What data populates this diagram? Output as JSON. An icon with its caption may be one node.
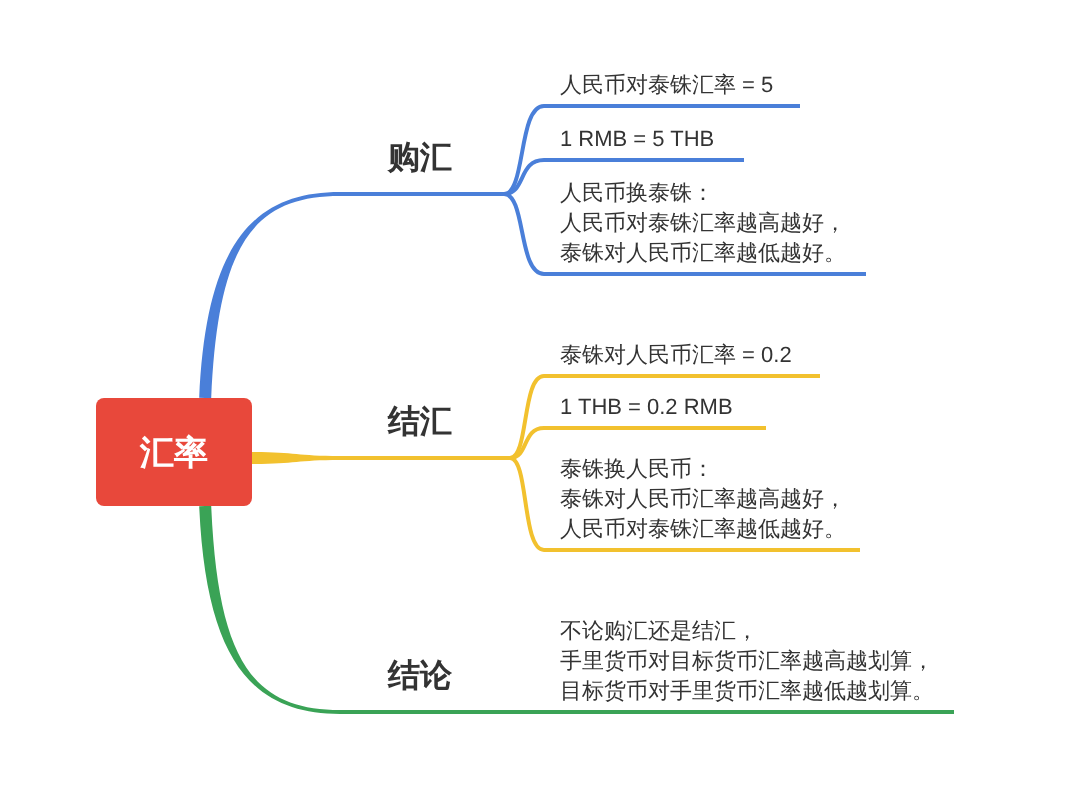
{
  "diagram": {
    "nodes": [
      {
        "text": [
          "汇率"
        ]
      },
      {
        "text": [
          "购汇"
        ]
      },
      {
        "text": [
          "人民币对泰铢汇率 = 5"
        ]
      },
      {
        "text": [
          "1 RMB = 5 THB"
        ]
      },
      {
        "text": [
          "人民币换泰铢：",
          "人民币对泰铢汇率越高越好，泰铢对人民币汇率越低越好。"
        ]
      },
      {
        "text": [
          "结汇"
        ]
      },
      {
        "text": [
          "泰铢对人民币汇率 = 0.2"
        ]
      },
      {
        "text": [
          "1 THB = 0.2 RMB"
        ]
      },
      {
        "text": [
          "泰铢换人民币：",
          "泰铢对人民币汇率越高越好，人民币对泰铢汇率越低越好。"
        ]
      },
      {
        "text": [
          "结论"
        ]
      },
      {
        "text": [
          "不论购汇还是结汇，",
          "手里货币对目标货币汇率越高越划算，目标货币对手里货币汇率越低越划算。"
        ]
      }
    ],
    "edges": [
      {
        "from": 0,
        "to": 1,
        "arrow": "none",
        "style": "thick",
        "color": "#4a7fd9"
      },
      {
        "from": 1,
        "to": 2,
        "arrow": "none",
        "color": "#4a7fd9"
      },
      {
        "from": 1,
        "to": 3,
        "arrow": "none",
        "color": "#4a7fd9"
      },
      {
        "from": 1,
        "to": 4,
        "arrow": "none",
        "color": "#4a7fd9"
      },
      {
        "from": 0,
        "to": 5,
        "arrow": "none",
        "style": "thick",
        "color": "#f2c12e"
      },
      {
        "from": 5,
        "to": 6,
        "arrow": "none",
        "color": "#f2c12e"
      },
      {
        "from": 5,
        "to": 7,
        "arrow": "none",
        "color": "#f2c12e"
      },
      {
        "from": 5,
        "to": 8,
        "arrow": "none",
        "color": "#f2c12e"
      },
      {
        "from": 0,
        "to": 9,
        "arrow": "none",
        "style": "thick",
        "color": "#3aa356"
      },
      {
        "from": 9,
        "to": 10,
        "arrow": "none",
        "color": "#3aa356"
      }
    ]
  }
}
